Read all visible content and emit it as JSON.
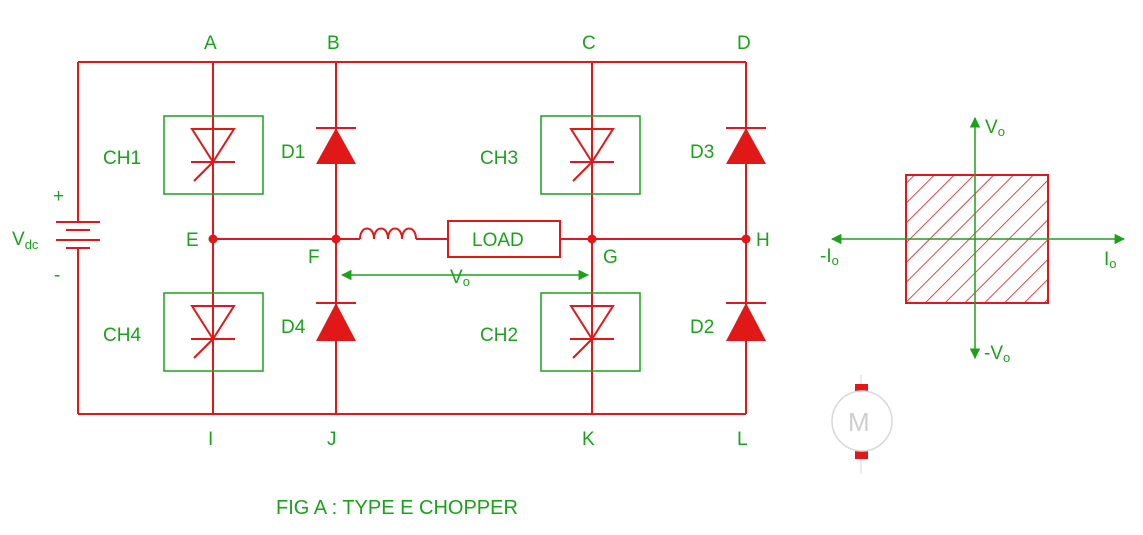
{
  "nodes": {
    "A": "A",
    "B": "B",
    "C": "C",
    "D": "D",
    "E": "E",
    "F": "F",
    "G": "G",
    "H": "H",
    "I": "I",
    "J": "J",
    "K": "K",
    "L": "L"
  },
  "components": {
    "ch1": "CH1",
    "ch2": "CH2",
    "ch3": "CH3",
    "ch4": "CH4",
    "d1": "D1",
    "d2": "D2",
    "d3": "D3",
    "d4": "D4",
    "load": "LOAD"
  },
  "source": {
    "plus": "+",
    "minus": "-",
    "label_main": "V",
    "label_sub": "dc"
  },
  "output": {
    "vo_main": "V",
    "vo_sub": "o"
  },
  "quadrant": {
    "vpos_main": "V",
    "vpos_sub": "o",
    "vneg_main": "-V",
    "vneg_sub": "o",
    "ipos_main": "I",
    "ipos_sub": "o",
    "ineg_main": "-I",
    "ineg_sub": "o"
  },
  "motor": {
    "symbol": "M"
  },
  "caption": "FIG A : TYPE E CHOPPER",
  "colors": {
    "wire": "#e01818",
    "label": "#1aa31a",
    "motor": "#d8d8d8"
  }
}
